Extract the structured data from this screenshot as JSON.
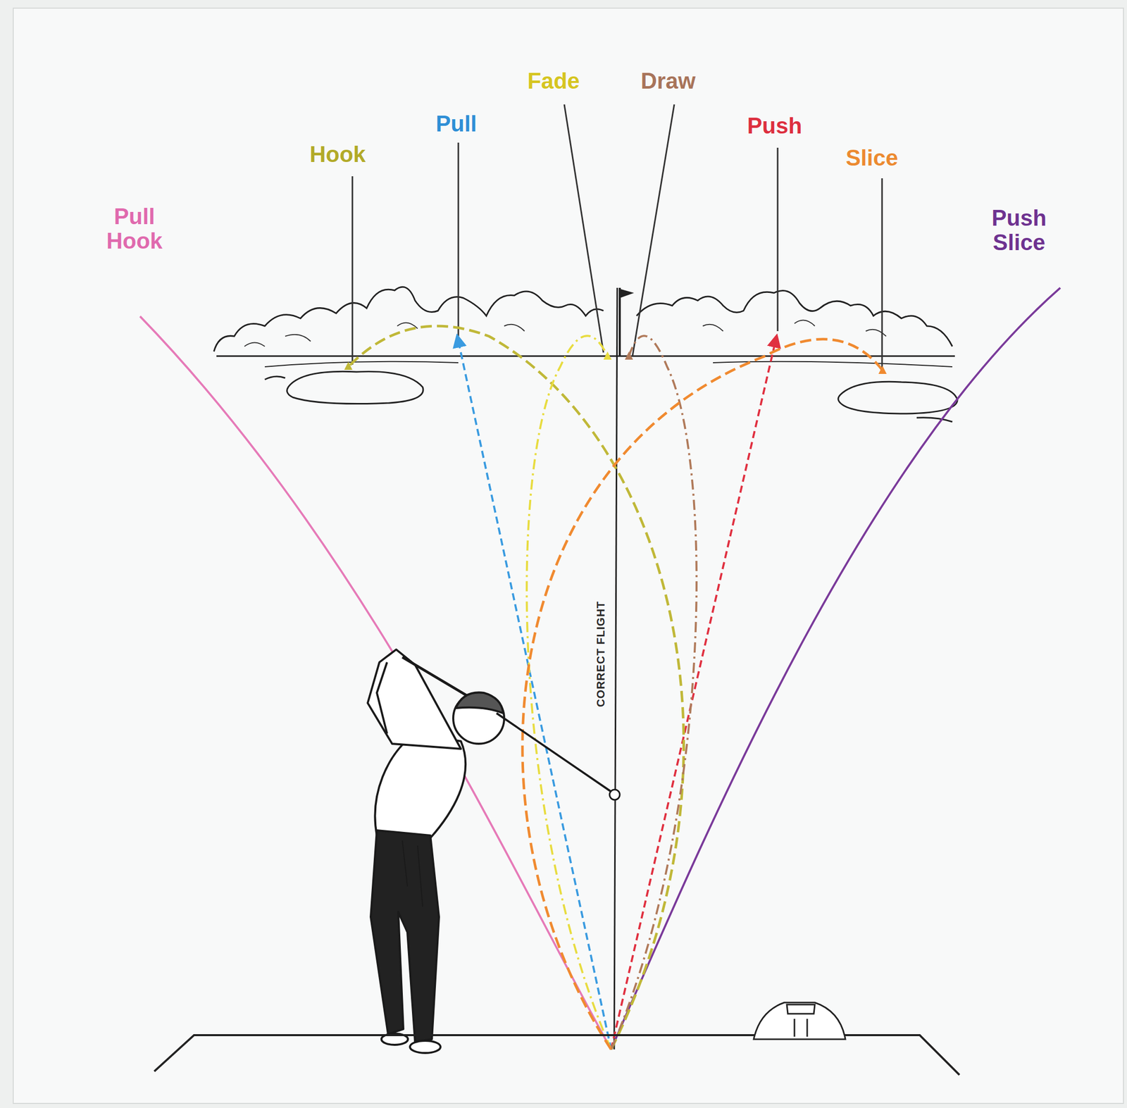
{
  "diagram": {
    "labels": [
      "Pull Hook",
      "Hook",
      "Pull",
      "Fade",
      "Draw",
      "Push",
      "Slice",
      "Push Slice",
      "CORRECT FLIGHT"
    ]
  }
}
